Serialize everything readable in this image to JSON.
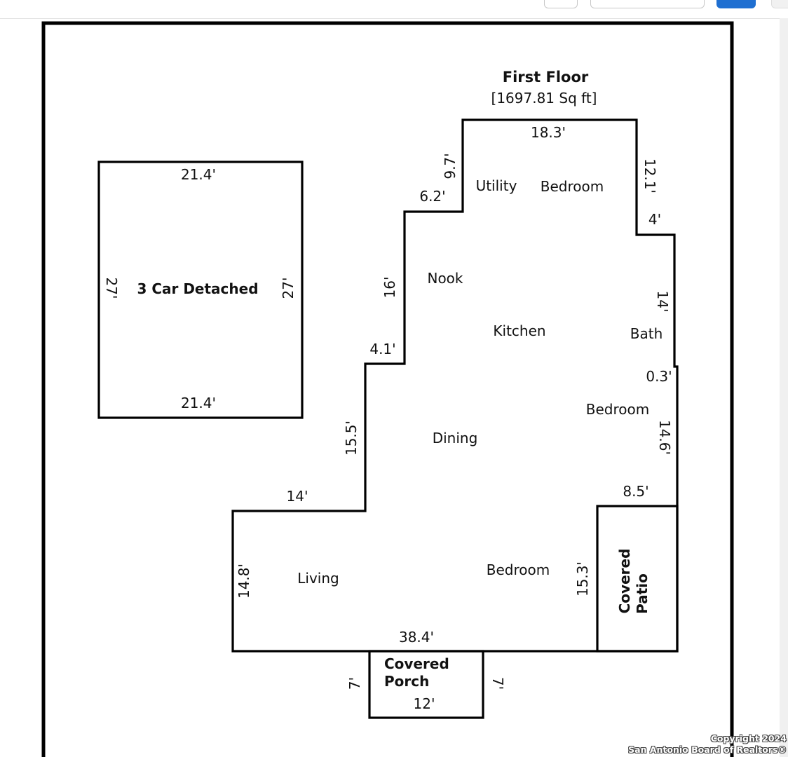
{
  "floor": {
    "title": "First Floor",
    "area": "[1697.81 Sq ft]"
  },
  "garage": {
    "label": "3 Car Detached",
    "top": "21.4'",
    "bottom": "21.4'",
    "left": "27'",
    "right": "27'"
  },
  "dimensions": {
    "top": "18.3'",
    "top_left_vertical": "9.7'",
    "step_upper": "6.2'",
    "nook_wall": "16'",
    "step_middle": "4.1'",
    "dining_wall": "15.5'",
    "living_top": "14'",
    "living_left": "14.8'",
    "bottom": "38.4'",
    "right_upper": "12.1'",
    "right_step": "4'",
    "bath_wall": "14'",
    "small_step": "0.3'",
    "bedroom_wall": "14.6'",
    "patio_top": "8.5'",
    "patio_left": "15.3'",
    "porch_left": "7'",
    "porch_right": "7'",
    "porch_bottom": "12'"
  },
  "rooms": {
    "utility": "Utility",
    "bedroom_1": "Bedroom",
    "nook": "Nook",
    "kitchen": "Kitchen",
    "bath": "Bath",
    "bedroom_2": "Bedroom",
    "dining": "Dining",
    "living": "Living",
    "bedroom_3": "Bedroom"
  },
  "patio": {
    "line1": "Covered",
    "line2": "Patio"
  },
  "porch": {
    "line1": "Covered",
    "line2": "Porch"
  },
  "copyright": {
    "line1": "Copyright 2024",
    "line2": "San Antonio Board of Realtors®"
  }
}
